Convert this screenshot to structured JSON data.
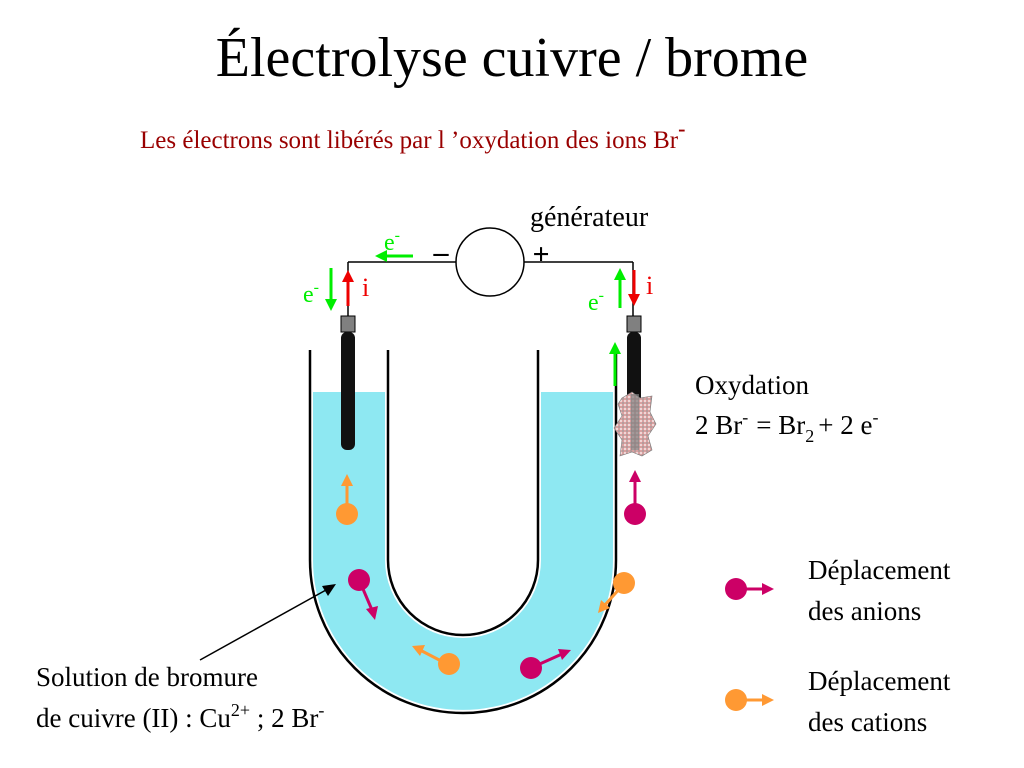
{
  "title": "Électrolyse cuivre / brome",
  "subtitle": {
    "text": "Les électrons sont libérés par l ’oxydation des ions Br",
    "superscript": "-"
  },
  "generator": {
    "label": "générateur",
    "minus": "–",
    "plus": "+"
  },
  "electron": {
    "symbol": "e",
    "charge": "-"
  },
  "current": "i",
  "oxidation": {
    "title": "Oxydation",
    "eq_left": "2 Br",
    "eq_left_charge": "-",
    "eq_middle": "= Br",
    "eq_sub": "2",
    "eq_right": "+ 2 e",
    "eq_right_charge": "-"
  },
  "legend": {
    "anions_line1": "Déplacement",
    "anions_line2": "des anions",
    "cations_line1": "Déplacement",
    "cations_line2": "des cations"
  },
  "solution": {
    "line1": "Solution de bromure",
    "line2_a": "de cuivre (II)  : Cu",
    "line2_cu_charge": "2+",
    "line2_b": " ; 2 Br",
    "line2_br_charge": "-"
  },
  "colors": {
    "electron_green": "#00ee00",
    "current_red": "#ee0000",
    "anion_magenta": "#cc0066",
    "cation_orange": "#ff9933",
    "solution_cyan": "#8ee8f2",
    "subtitle_red": "#990000"
  }
}
